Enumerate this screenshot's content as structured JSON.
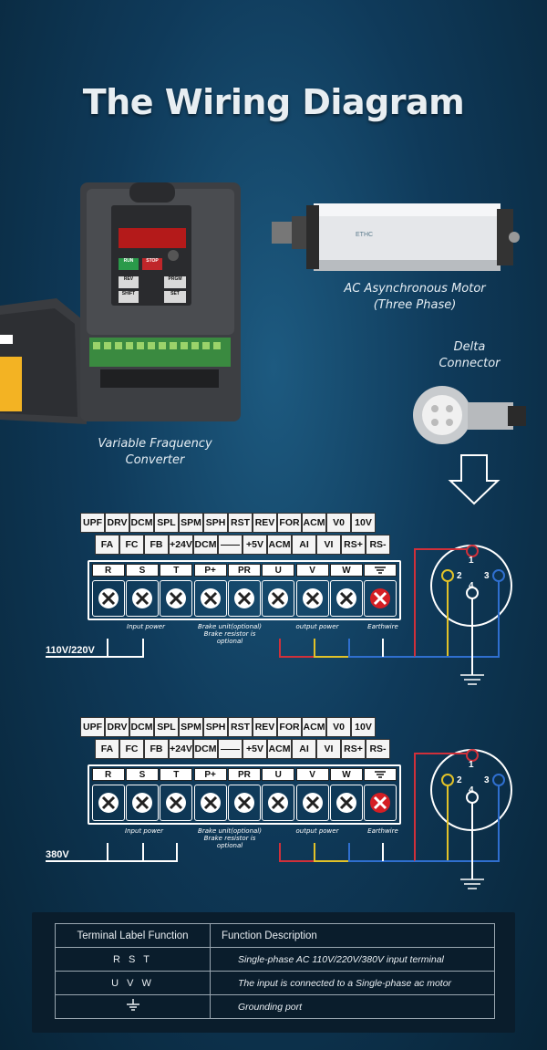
{
  "title": "The Wiring Diagram",
  "captions": {
    "motor_line1": "AC Asynchronous Motor",
    "motor_line2": "(Three Phase)",
    "connector_line1": "Delta",
    "connector_line2": "Connector",
    "vfd_line1": "Variable Fraquency",
    "vfd_line2": "Converter"
  },
  "keypad": {
    "run": "RUN",
    "stop": "STOP",
    "rev": "REV",
    "prgm": "PRGM",
    "shift": "SHIFT",
    "set": "SET"
  },
  "terminals": {
    "row1": [
      "UPF",
      "DRV",
      "DCM",
      "SPL",
      "SPM",
      "SPH",
      "RST",
      "REV",
      "FOR",
      "ACM",
      "V0",
      "10V"
    ],
    "row2": [
      "FA",
      "FC",
      "FB",
      "+24V",
      "DCM",
      "——",
      "+5V",
      "ACM",
      "AI",
      "VI",
      "RS+",
      "RS-"
    ],
    "power": [
      "R",
      "S",
      "T",
      "P+",
      "PR",
      "U",
      "V",
      "W"
    ]
  },
  "notes": {
    "input": "Input power",
    "brake1": "Brake unit(optional)",
    "brake2": "Brake resistor is",
    "brake3": "optional",
    "output": "output power",
    "earth": "Earthwire"
  },
  "motor_pins": [
    "1",
    "2",
    "3",
    "4"
  ],
  "diagram1": {
    "voltage": "110V/220V"
  },
  "diagram2": {
    "voltage": "380V"
  },
  "table": {
    "header": [
      "Terminal Label Function",
      "Function Description"
    ],
    "rows": [
      {
        "label": "R S T",
        "desc": "Single-phase AC 110V/220V/380V input terminal"
      },
      {
        "label": "U V W",
        "desc": "The input is connected to a Single-phase ac motor"
      },
      {
        "label": "",
        "desc": "Grounding port"
      }
    ]
  },
  "colors": {
    "wire_red": "#d0303a",
    "wire_yellow": "#e2c228",
    "wire_blue": "#2f6fcf",
    "wire_white": "#ffffff"
  }
}
